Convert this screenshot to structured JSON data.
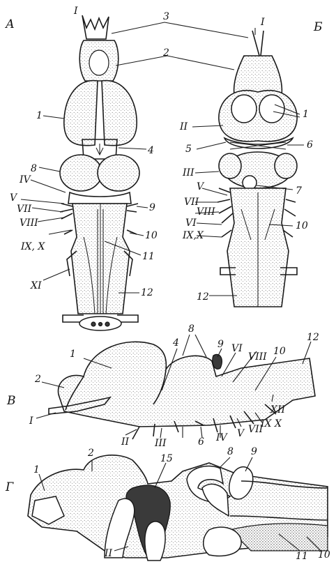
{
  "panels": {
    "a": "А",
    "b": "Б",
    "v": "В",
    "g": "Г"
  },
  "view_a": {
    "labels": [
      "I",
      "3",
      "2",
      "1",
      "4",
      "8",
      "IV",
      "V",
      "VII",
      "VIII",
      "IX, X",
      "XI",
      "9",
      "10",
      "11",
      "12"
    ]
  },
  "view_b": {
    "labels": [
      "I",
      "1",
      "II",
      "5",
      "6",
      "III",
      "7",
      "V",
      "VII",
      "VIII",
      "VI",
      "IX,X",
      "10",
      "12"
    ]
  },
  "view_v": {
    "labels": [
      "4",
      "8",
      "9",
      "VI",
      "VIII",
      "10",
      "12",
      "1",
      "2",
      "XII",
      "I",
      "II",
      "III",
      "6",
      "IV",
      "V",
      "VII",
      "IX X"
    ]
  },
  "view_g": {
    "labels": [
      "2",
      "15",
      "8",
      "9",
      "1",
      "II",
      "11",
      "10"
    ]
  },
  "colors": {
    "ink": "#1a1a1a",
    "background": "#ffffff",
    "stipple": "#6f6f6f"
  }
}
